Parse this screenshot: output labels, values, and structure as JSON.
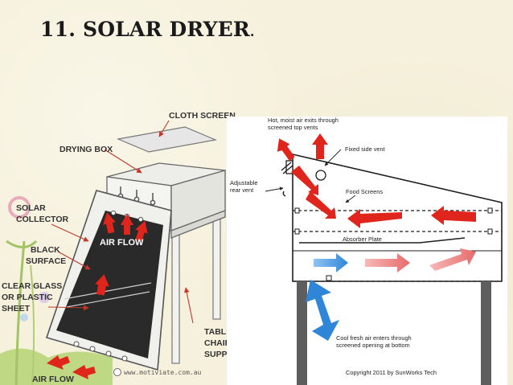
{
  "slide": {
    "title": "11. SOLAR DRYER",
    "title_dot": "."
  },
  "left_diagram": {
    "cloth_screen": "CLOTH SCREEN",
    "drying_box": "DRYING BOX",
    "solar_collector": [
      "SOLAR",
      "COLLECTOR"
    ],
    "black_surface": [
      "BLACK",
      "SURFACE"
    ],
    "clear_glass": [
      "CLEAR GLASS",
      "OR PLASTIC",
      "SHEET"
    ],
    "air_flow_inside": "AIR FLOW",
    "air_flow_bottom": "AIR FLOW",
    "table_support": [
      "TABLE O",
      "CHAIR",
      "SUPPO"
    ],
    "watermark": "www.motiviate.com.au"
  },
  "right_diagram": {
    "hot_air_exit": [
      "Hot, moist air exits through",
      "screened top vents"
    ],
    "fixed_side_vent": "Fixed side vent",
    "adjustable_rear_vent": [
      "Adjustable",
      "rear vent"
    ],
    "food_screens": "Food Screens",
    "absorber_plate": "Absorber Plate",
    "cool_air_enters": [
      "Cool fresh air enters through",
      "screened opening at bottom"
    ],
    "copyright": "Copyright 2011 by SunWorks Tech"
  },
  "colors": {
    "arrow_red": "#e0251c",
    "arrow_blue": "#2f86d8",
    "arrow_pink": "#f08a8a",
    "collector_black": "#2a2a2a"
  }
}
